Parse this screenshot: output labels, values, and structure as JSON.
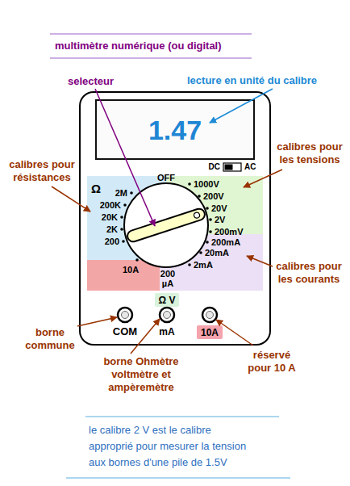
{
  "diagram": {
    "title": "multimètre numérique (ou digital)",
    "caption": "le calibre 2 V est le calibre approprié pour mesurer la tension aux bornes d'une pile de 1.5V",
    "nodes": [
      {
        "text": [
          "OFF",
          "DC",
          "AC",
          "COM",
          "mA"
        ]
      },
      {
        "text": [
          "1.47"
        ],
        "in": 0
      },
      {
        "text": [
          "Ω",
          "2M",
          "200K",
          "20K",
          "2K",
          "200"
        ],
        "in": 0
      },
      {
        "text": [
          "1000V",
          "200V",
          "20V",
          "2V",
          "200mV"
        ],
        "in": 0
      },
      {
        "text": [
          "200mA",
          "20mA",
          "2mA",
          "200 µA"
        ],
        "in": 0
      },
      {
        "text": [
          "10A"
        ],
        "in": 0
      },
      {
        "text": [
          "Ω V"
        ],
        "in": 0
      },
      {
        "text": [
          "10A"
        ],
        "in": 0
      }
    ],
    "labels": [
      "selecteur",
      "lecture en unité du calibre",
      "calibres pour résistances",
      "calibres pour les tensions",
      "calibres pour les courants",
      "borne commune",
      "borne Ohmètre voltmètre et ampèremètre",
      "réservé pour 10 A"
    ]
  }
}
